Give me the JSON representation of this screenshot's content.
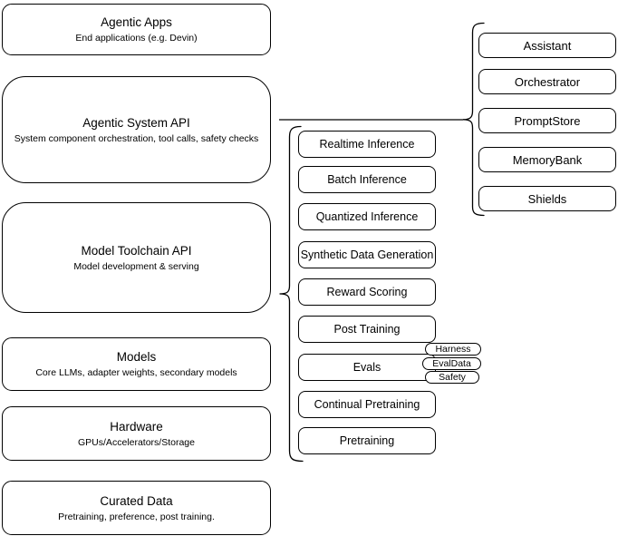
{
  "diagram": {
    "stack": [
      {
        "title": "Agentic Apps",
        "subtitle": "End applications (e.g. Devin)"
      },
      {
        "title": "Agentic System API",
        "subtitle": "System component orchestration, tool calls, safety checks"
      },
      {
        "title": "Model Toolchain API",
        "subtitle": "Model development & serving"
      },
      {
        "title": "Models",
        "subtitle": "Core LLMs, adapter weights, secondary models"
      },
      {
        "title": "Hardware",
        "subtitle": "GPUs/Accelerators/Storage"
      },
      {
        "title": "Curated Data",
        "subtitle": "Pretraining, preference, post training."
      }
    ],
    "toolchain_services": [
      "Realtime Inference",
      "Batch Inference",
      "Quantized Inference",
      "Synthetic Data Generation",
      "Reward Scoring",
      "Post Training",
      "Evals",
      "Continual Pretraining",
      "Pretraining"
    ],
    "eval_tags": [
      "Harness",
      "EvalData",
      "Safety"
    ],
    "system_components": [
      "Assistant",
      "Orchestrator",
      "PromptStore",
      "MemoryBank",
      "Shields"
    ],
    "colors": {
      "stroke": "#000000",
      "fill": "#ffffff",
      "text": "#000000"
    }
  }
}
